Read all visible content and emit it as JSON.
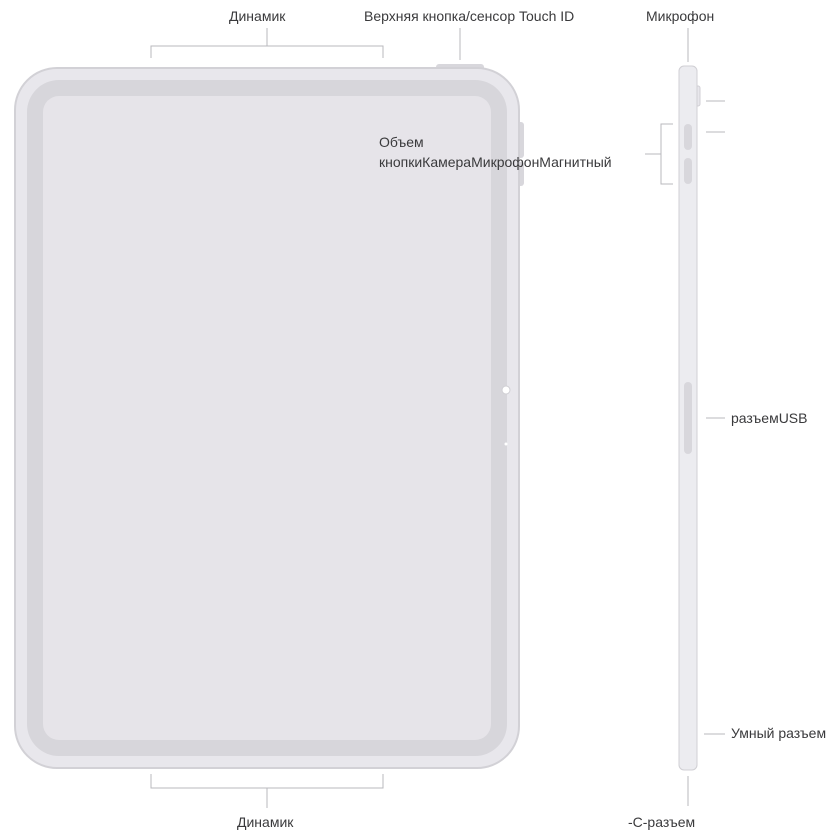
{
  "labels": {
    "speaker_top": "Динамик",
    "top_button": "Верхняя кнопка/сенсор Touch ID",
    "microphone": "Микрофон",
    "volume_line1": "Объем",
    "volume_line2": "кнопкиКамераМикрофонМагнитный",
    "usb": "разъемUSB",
    "smart_connector": "Умный разъем",
    "speaker_bottom": "Динамик",
    "usb_c": "-C-разъем"
  },
  "colors": {
    "device_body": "#e8e7ec",
    "device_edge": "#d2d1d6",
    "screen": "#e6e4e9",
    "side_body": "#ececf0",
    "side_edge": "#d0cfd4",
    "button": "#d8d7dc",
    "leader_line": "#b9b8bd",
    "label_text": "#3a3a3c"
  }
}
